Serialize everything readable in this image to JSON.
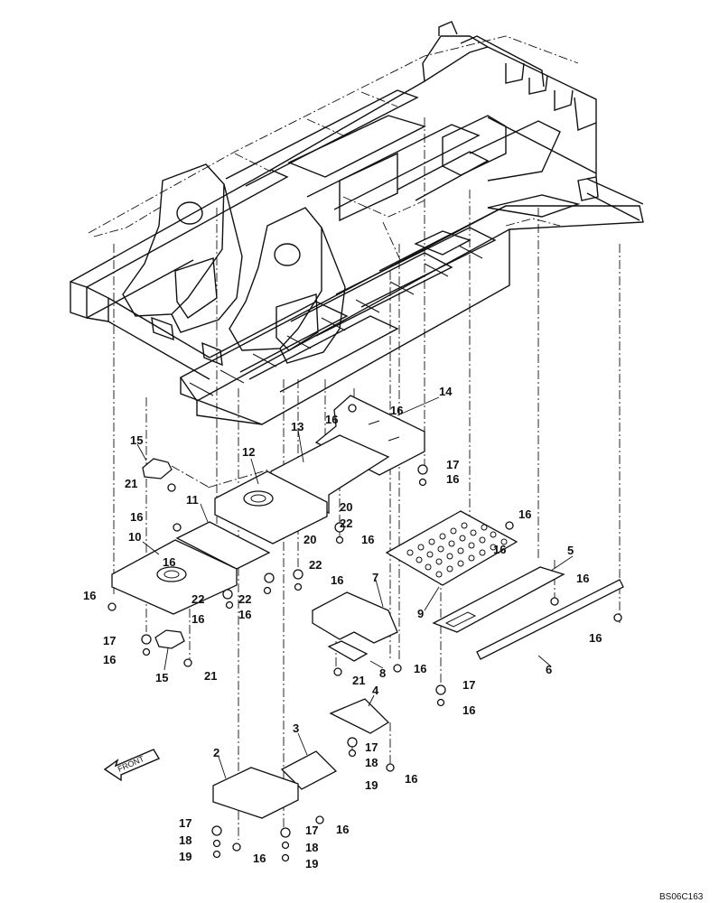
{
  "diagram": {
    "drawing_code": "BS06C163",
    "front_label": "FRONT",
    "labels": [
      {
        "id": "2",
        "text": "2"
      },
      {
        "id": "3",
        "text": "3"
      },
      {
        "id": "4",
        "text": "4"
      },
      {
        "id": "5",
        "text": "5"
      },
      {
        "id": "6",
        "text": "6"
      },
      {
        "id": "7",
        "text": "7"
      },
      {
        "id": "8",
        "text": "8"
      },
      {
        "id": "9",
        "text": "9"
      },
      {
        "id": "10",
        "text": "10"
      },
      {
        "id": "11",
        "text": "11"
      },
      {
        "id": "12",
        "text": "12"
      },
      {
        "id": "13",
        "text": "13"
      },
      {
        "id": "14",
        "text": "14"
      },
      {
        "id": "15a",
        "text": "15"
      },
      {
        "id": "15b",
        "text": "15"
      },
      {
        "id": "16a",
        "text": "16"
      },
      {
        "id": "16b",
        "text": "16"
      },
      {
        "id": "16c",
        "text": "16"
      },
      {
        "id": "16d",
        "text": "16"
      },
      {
        "id": "16e",
        "text": "16"
      },
      {
        "id": "16f",
        "text": "16"
      },
      {
        "id": "16g",
        "text": "16"
      },
      {
        "id": "16h",
        "text": "16"
      },
      {
        "id": "16i",
        "text": "16"
      },
      {
        "id": "16j",
        "text": "16"
      },
      {
        "id": "16k",
        "text": "16"
      },
      {
        "id": "16l",
        "text": "16"
      },
      {
        "id": "16m",
        "text": "16"
      },
      {
        "id": "16n",
        "text": "16"
      },
      {
        "id": "16o",
        "text": "16"
      },
      {
        "id": "16p",
        "text": "16"
      },
      {
        "id": "16q",
        "text": "16"
      },
      {
        "id": "16r",
        "text": "16"
      },
      {
        "id": "16s",
        "text": "16"
      },
      {
        "id": "16t",
        "text": "16"
      },
      {
        "id": "17a",
        "text": "17"
      },
      {
        "id": "17b",
        "text": "17"
      },
      {
        "id": "17c",
        "text": "17"
      },
      {
        "id": "17d",
        "text": "17"
      },
      {
        "id": "17e",
        "text": "17"
      },
      {
        "id": "17f",
        "text": "17"
      },
      {
        "id": "18a",
        "text": "18"
      },
      {
        "id": "18b",
        "text": "18"
      },
      {
        "id": "18c",
        "text": "18"
      },
      {
        "id": "19a",
        "text": "19"
      },
      {
        "id": "19b",
        "text": "19"
      },
      {
        "id": "19c",
        "text": "19"
      },
      {
        "id": "20a",
        "text": "20"
      },
      {
        "id": "20b",
        "text": "20"
      },
      {
        "id": "21a",
        "text": "21"
      },
      {
        "id": "21b",
        "text": "21"
      },
      {
        "id": "21c",
        "text": "21"
      },
      {
        "id": "22a",
        "text": "22"
      },
      {
        "id": "22b",
        "text": "22"
      },
      {
        "id": "22c",
        "text": "22"
      },
      {
        "id": "22d",
        "text": "22"
      }
    ]
  }
}
